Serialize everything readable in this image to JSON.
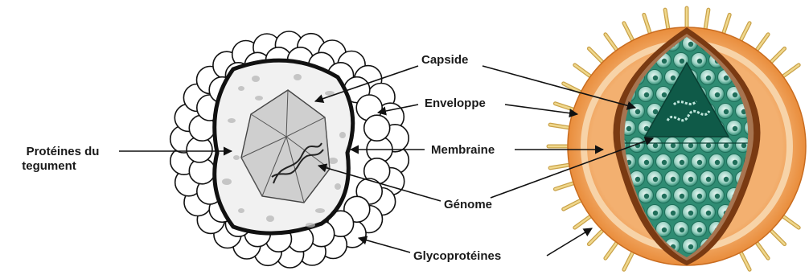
{
  "labels": {
    "capside": "Capside",
    "enveloppe": "Enveloppe",
    "membraine": "Membraine",
    "genome": "Génome",
    "glycoproteines": "Glycoprotéines",
    "proteines_line1": "Protéines du",
    "proteines_line2": "tegument"
  },
  "colors": {
    "outline": "#111111",
    "envelope_white": "#ffffff",
    "capsid_grey": "#c9c9c9",
    "tegument_speckle": "#b5b5b5",
    "orange_outer": "#f0a35e",
    "orange_inner": "#e07b2a",
    "brown_layer": "#7a3a12",
    "cream_layer": "#fbe3c5",
    "teal_dark": "#0f5a48",
    "teal_mid": "#2f8c73",
    "teal_light": "#bfe6dc",
    "spike_gold": "#e6c36a"
  },
  "icons": {
    "left_virion": "herpesvirus-schematic",
    "right_virion": "herpesvirus-colored"
  }
}
